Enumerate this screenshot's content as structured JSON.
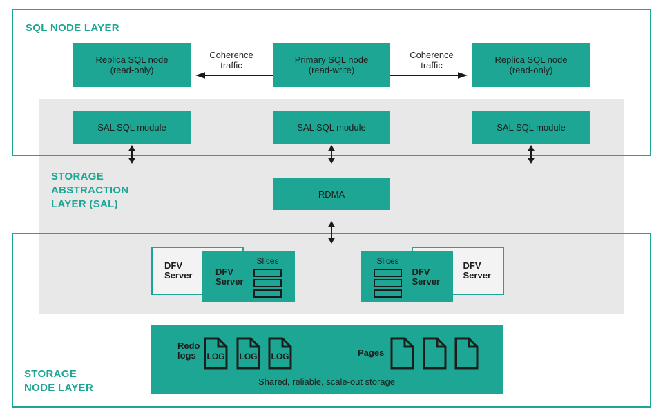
{
  "colors": {
    "accent_teal": "#1ea695",
    "band_gray": "#e8e8e8",
    "text_dark": "#1d1d1b",
    "back_box_fill": "#f3f3f3"
  },
  "layers": {
    "sql": {
      "title": "SQL NODE LAYER"
    },
    "sal": {
      "title": "STORAGE\nABSTRACTION\nLAYER (SAL)"
    },
    "storage": {
      "title": "STORAGE\nNODE LAYER"
    }
  },
  "sql_nodes": [
    {
      "label": "Replica SQL node\n(read-only)"
    },
    {
      "label": "Primary SQL node\n(read-write)"
    },
    {
      "label": "Replica SQL node\n(read-only)"
    }
  ],
  "coherence": {
    "left": "Coherence\ntraffic",
    "right": "Coherence\ntraffic"
  },
  "sal_modules": [
    {
      "label": "SAL SQL module"
    },
    {
      "label": "SAL SQL module"
    },
    {
      "label": "SAL SQL module"
    }
  ],
  "rdma": {
    "label": "RDMA"
  },
  "dfv": {
    "left": {
      "back": "DFV\nServer",
      "front": "DFV\nServer",
      "slices": "Slices"
    },
    "right": {
      "back": "DFV\nServer",
      "front": "DFV\nServer",
      "slices": "Slices"
    }
  },
  "storage_box": {
    "redo": "Redo\nlogs",
    "log": "LOG",
    "pages": "Pages",
    "caption": "Shared, reliable, scale-out storage"
  }
}
